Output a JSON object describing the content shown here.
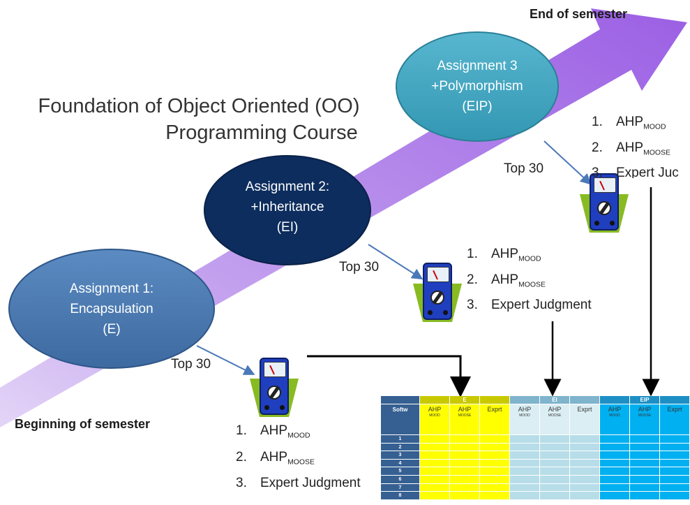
{
  "title": {
    "line1": "Foundation of Object Oriented (OO)",
    "line2": "Programming Course"
  },
  "labels": {
    "end": "End of semester",
    "beginning": "Beginning of semester"
  },
  "assignments": [
    {
      "line1": "Assignment 1:",
      "line2": "Encapsulation",
      "line3": "(E)",
      "color": "#4a7ab0"
    },
    {
      "line1": "Assignment 2:",
      "line2": "+Inheritance",
      "line3": "(EI)",
      "color": "#0d2d5e"
    },
    {
      "line1": "Assignment 3",
      "line2": "+Polymorphism",
      "line3": "(EIP)",
      "color": "#42a4bf"
    }
  ],
  "top_label": "Top 30",
  "metrics": [
    {
      "num": "1.",
      "main": "AHP",
      "sub": "MOOD"
    },
    {
      "num": "2.",
      "main": "AHP",
      "sub": "MOOSE"
    },
    {
      "num": "3.",
      "main": "Expert Judgment",
      "sub": ""
    }
  ],
  "metrics_clipped_3": "Expert Juc",
  "table": {
    "groups": [
      "E",
      "EI",
      "EIP"
    ],
    "first_col": "Softw",
    "headers": [
      {
        "main": "AHP",
        "sub": "MOOD"
      },
      {
        "main": "AHP",
        "sub": "MOOSE"
      },
      {
        "main": "Exprt",
        "sub": ""
      }
    ],
    "rows": [
      "1",
      "2",
      "3",
      "4",
      "5",
      "6",
      "7",
      "8"
    ]
  },
  "colors": {
    "arrow_start": "#c9a8ec",
    "arrow_end": "#8f4fe0",
    "meter_base": "#88bb22",
    "meter_body": "#1f3fbf",
    "table_header": "#366092",
    "col_E": "#ffff00",
    "col_EI": "#b7dde8",
    "col_EIP": "#00b0f0"
  },
  "icons": [
    "multimeter-icon"
  ]
}
